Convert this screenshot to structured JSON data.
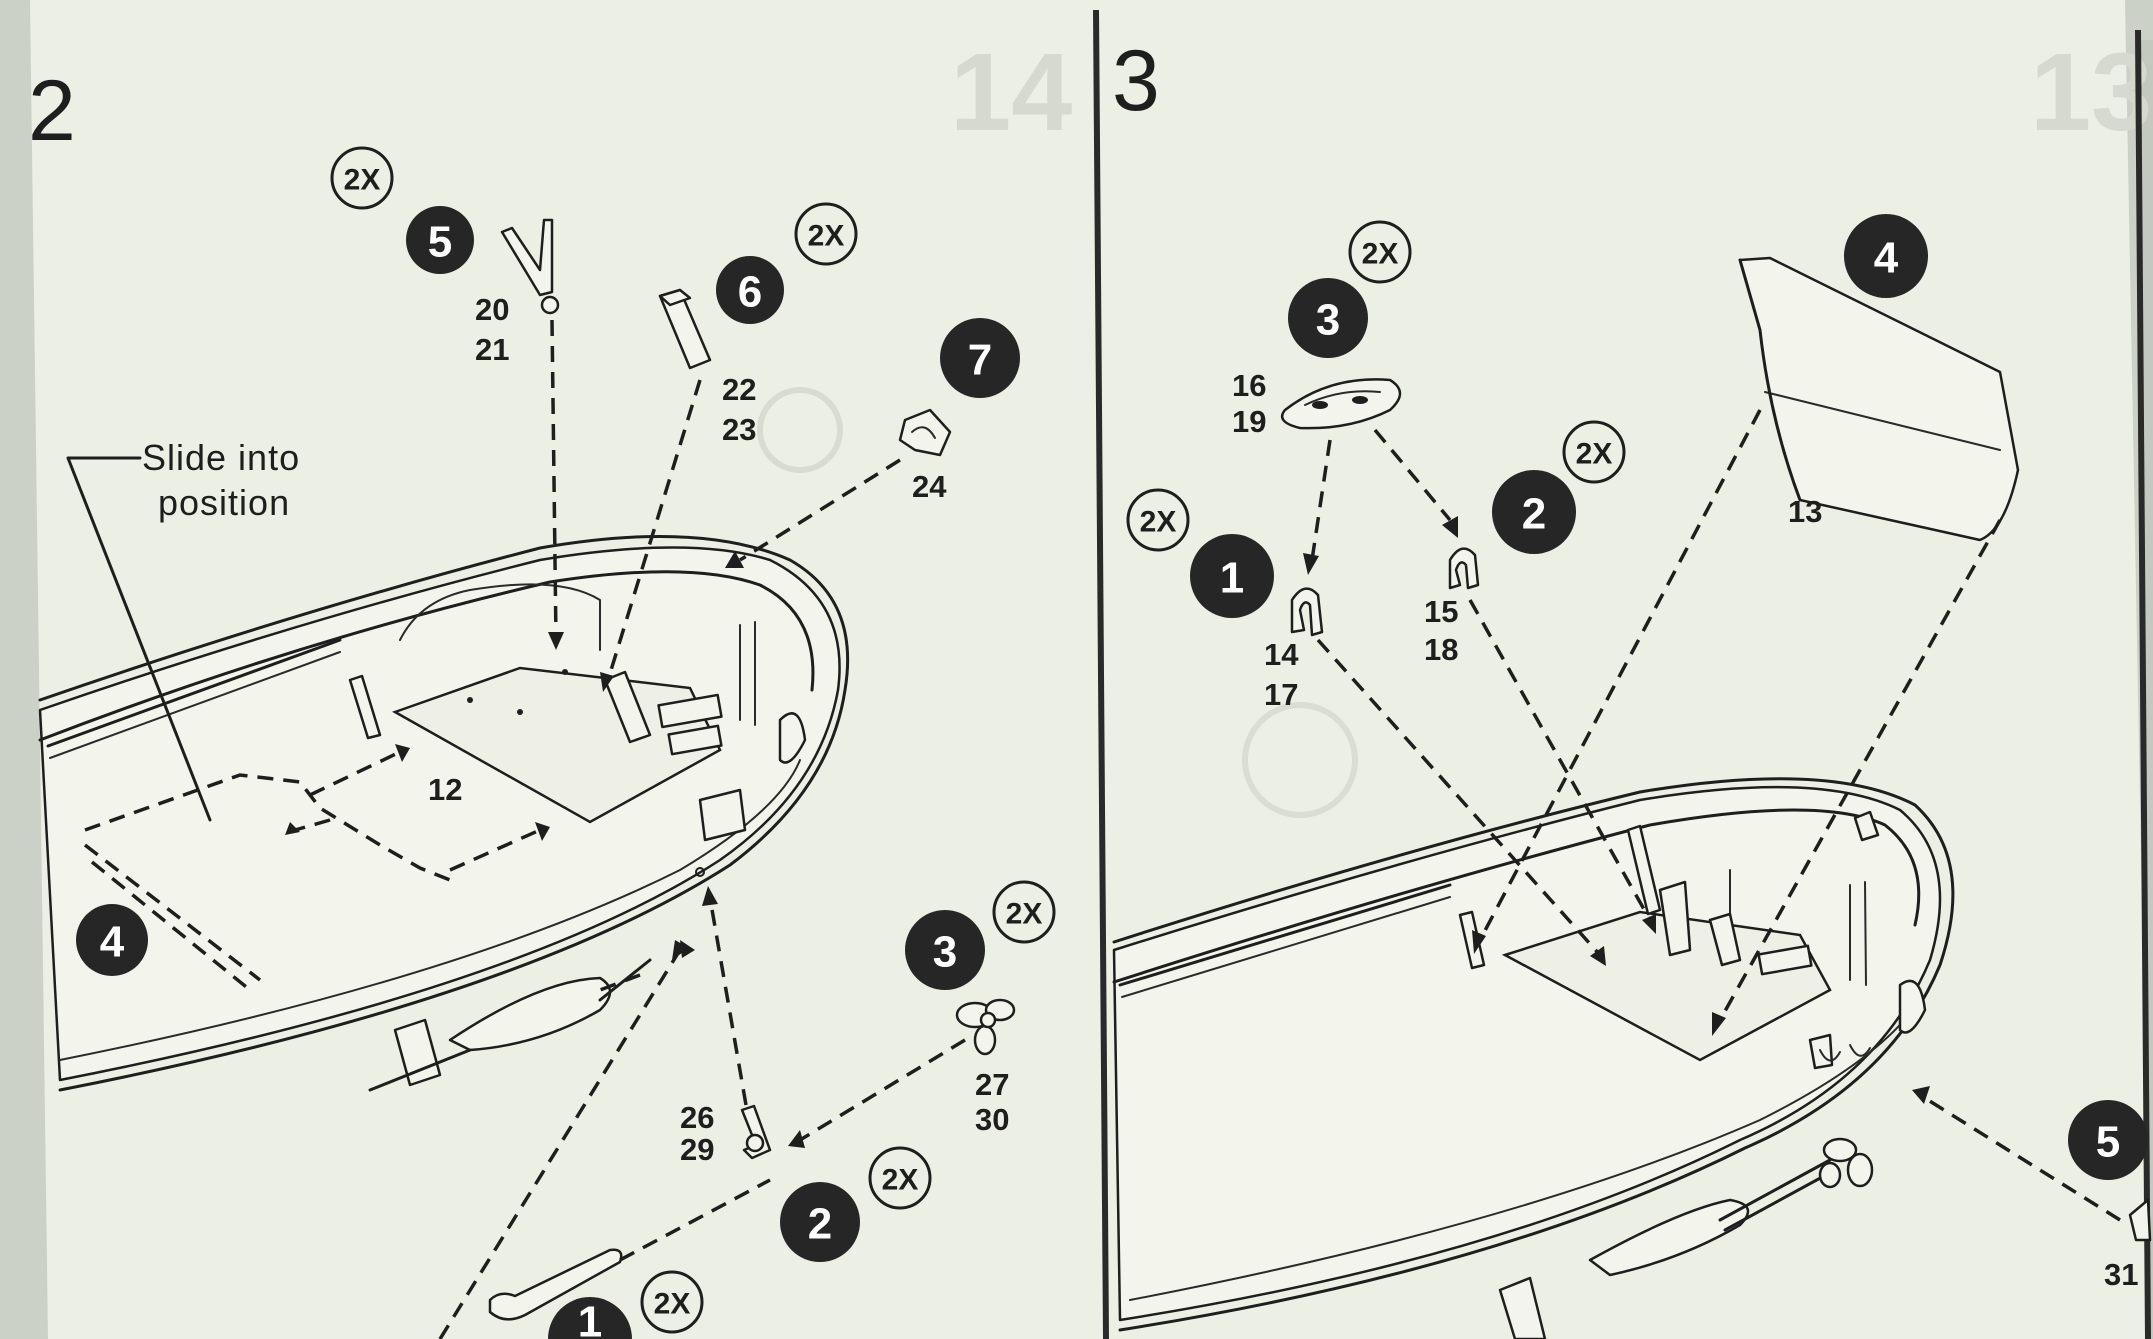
{
  "steps": [
    {
      "number": "2",
      "instruction_line1": "Slide into",
      "instruction_line2": "position",
      "callouts": [
        {
          "part": "5",
          "qty": "2X",
          "ids_line1": "20",
          "ids_line2": "21"
        },
        {
          "part": "6",
          "qty": "2X",
          "ids_line1": "22",
          "ids_line2": "23"
        },
        {
          "part": "7",
          "qty": "",
          "ids_line1": "24",
          "ids_line2": ""
        },
        {
          "part": "4",
          "qty": "",
          "ids_line1": "12",
          "ids_line2": ""
        },
        {
          "part": "3",
          "qty": "2X",
          "ids_line1": "27",
          "ids_line2": "30"
        },
        {
          "part": "2",
          "qty": "2X",
          "ids_line1": "26",
          "ids_line2": "29"
        },
        {
          "part": "1",
          "qty": "2X",
          "ids_line1": "",
          "ids_line2": ""
        }
      ]
    },
    {
      "number": "3",
      "callouts": [
        {
          "part": "3",
          "qty": "2X",
          "ids_line1": "16",
          "ids_line2": "19"
        },
        {
          "part": "4",
          "qty": "",
          "ids_line1": "13",
          "ids_line2": ""
        },
        {
          "part": "2",
          "qty": "2X",
          "ids_line1": "15",
          "ids_line2": "18"
        },
        {
          "part": "1",
          "qty": "2X",
          "ids_line1": "14",
          "ids_line2": "17"
        },
        {
          "part": "5",
          "qty": "",
          "ids_line1": "31",
          "ids_line2": ""
        }
      ]
    }
  ],
  "colors": {
    "paper": "#ecefe4",
    "ink": "#1e1e1e",
    "badge": "#262626",
    "margin": "#ccd1c8"
  }
}
